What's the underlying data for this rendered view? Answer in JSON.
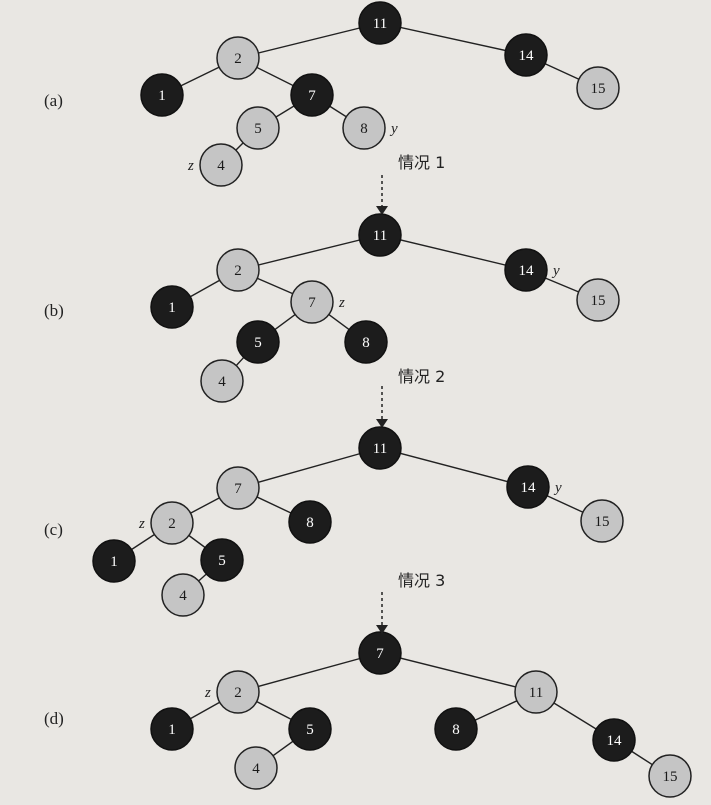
{
  "colors": {
    "black_node": "#1c1c1c",
    "red_node": "#c5c5c5",
    "background": "#e9e7e3"
  },
  "panels": [
    {
      "label": "(a)",
      "nodes": [
        {
          "id": "a11",
          "key": "11",
          "color": "black"
        },
        {
          "id": "a2",
          "key": "2",
          "color": "red"
        },
        {
          "id": "a14",
          "key": "14",
          "color": "black"
        },
        {
          "id": "a1",
          "key": "1",
          "color": "black"
        },
        {
          "id": "a7",
          "key": "7",
          "color": "black"
        },
        {
          "id": "a15",
          "key": "15",
          "color": "red"
        },
        {
          "id": "a5",
          "key": "5",
          "color": "red"
        },
        {
          "id": "a8",
          "key": "8",
          "color": "red"
        },
        {
          "id": "a4",
          "key": "4",
          "color": "red"
        }
      ],
      "edges": [
        [
          "a11",
          "a2"
        ],
        [
          "a11",
          "a14"
        ],
        [
          "a2",
          "a1"
        ],
        [
          "a2",
          "a7"
        ],
        [
          "a14",
          "a15"
        ],
        [
          "a7",
          "a5"
        ],
        [
          "a7",
          "a8"
        ],
        [
          "a5",
          "a4"
        ]
      ],
      "annotations": [
        {
          "node": "a4",
          "text": "z",
          "side": "left"
        },
        {
          "node": "a8",
          "text": "y",
          "side": "right"
        }
      ]
    },
    {
      "label": "(b)",
      "nodes": [
        {
          "id": "b11",
          "key": "11",
          "color": "black"
        },
        {
          "id": "b2",
          "key": "2",
          "color": "red"
        },
        {
          "id": "b14",
          "key": "14",
          "color": "black"
        },
        {
          "id": "b1",
          "key": "1",
          "color": "black"
        },
        {
          "id": "b7",
          "key": "7",
          "color": "red"
        },
        {
          "id": "b15",
          "key": "15",
          "color": "red"
        },
        {
          "id": "b5",
          "key": "5",
          "color": "black"
        },
        {
          "id": "b8",
          "key": "8",
          "color": "black"
        },
        {
          "id": "b4",
          "key": "4",
          "color": "red"
        }
      ],
      "edges": [
        [
          "b11",
          "b2"
        ],
        [
          "b11",
          "b14"
        ],
        [
          "b2",
          "b1"
        ],
        [
          "b2",
          "b7"
        ],
        [
          "b14",
          "b15"
        ],
        [
          "b7",
          "b5"
        ],
        [
          "b7",
          "b8"
        ],
        [
          "b5",
          "b4"
        ]
      ],
      "annotations": [
        {
          "node": "b7",
          "text": "z",
          "side": "right"
        },
        {
          "node": "b14",
          "text": "y",
          "side": "right"
        }
      ]
    },
    {
      "label": "(c)",
      "nodes": [
        {
          "id": "c11",
          "key": "11",
          "color": "black"
        },
        {
          "id": "c7",
          "key": "7",
          "color": "red"
        },
        {
          "id": "c14",
          "key": "14",
          "color": "black"
        },
        {
          "id": "c2",
          "key": "2",
          "color": "red"
        },
        {
          "id": "c8",
          "key": "8",
          "color": "black"
        },
        {
          "id": "c15",
          "key": "15",
          "color": "red"
        },
        {
          "id": "c1",
          "key": "1",
          "color": "black"
        },
        {
          "id": "c5",
          "key": "5",
          "color": "black"
        },
        {
          "id": "c4",
          "key": "4",
          "color": "red"
        }
      ],
      "edges": [
        [
          "c11",
          "c7"
        ],
        [
          "c11",
          "c14"
        ],
        [
          "c7",
          "c2"
        ],
        [
          "c7",
          "c8"
        ],
        [
          "c14",
          "c15"
        ],
        [
          "c2",
          "c1"
        ],
        [
          "c2",
          "c5"
        ],
        [
          "c5",
          "c4"
        ]
      ],
      "annotations": [
        {
          "node": "c2",
          "text": "z",
          "side": "left"
        },
        {
          "node": "c14",
          "text": "y",
          "side": "right"
        }
      ]
    },
    {
      "label": "(d)",
      "nodes": [
        {
          "id": "d7",
          "key": "7",
          "color": "black"
        },
        {
          "id": "d2",
          "key": "2",
          "color": "red"
        },
        {
          "id": "d11",
          "key": "11",
          "color": "red"
        },
        {
          "id": "d1",
          "key": "1",
          "color": "black"
        },
        {
          "id": "d5",
          "key": "5",
          "color": "black"
        },
        {
          "id": "d8",
          "key": "8",
          "color": "black"
        },
        {
          "id": "d14",
          "key": "14",
          "color": "black"
        },
        {
          "id": "d4",
          "key": "4",
          "color": "red"
        },
        {
          "id": "d15",
          "key": "15",
          "color": "red"
        }
      ],
      "edges": [
        [
          "d7",
          "d2"
        ],
        [
          "d7",
          "d11"
        ],
        [
          "d2",
          "d1"
        ],
        [
          "d2",
          "d5"
        ],
        [
          "d11",
          "d8"
        ],
        [
          "d11",
          "d14"
        ],
        [
          "d5",
          "d4"
        ],
        [
          "d14",
          "d15"
        ]
      ],
      "annotations": [
        {
          "node": "d2",
          "text": "z",
          "side": "left"
        }
      ]
    }
  ],
  "transitions": [
    {
      "label": "情况 1"
    },
    {
      "label": "情况 2"
    },
    {
      "label": "情况 3"
    }
  ]
}
